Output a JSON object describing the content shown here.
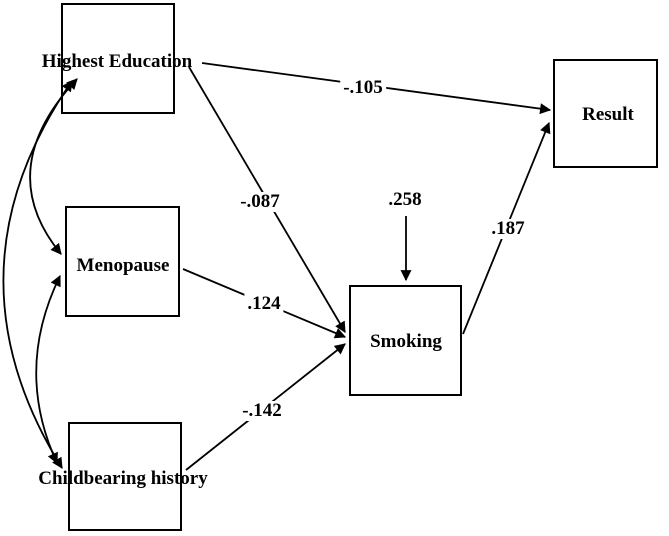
{
  "diagram": {
    "type": "path-diagram",
    "background_color": "#ffffff",
    "line_color": "#000000",
    "nodes": [
      {
        "id": "highest-education",
        "label": "Highest Education"
      },
      {
        "id": "menopause",
        "label": "Menopause"
      },
      {
        "id": "childbearing-history",
        "label": "Childbearing history"
      },
      {
        "id": "smoking",
        "label": "Smoking"
      },
      {
        "id": "result",
        "label": "Result"
      }
    ],
    "paths": [
      {
        "from": "Highest Education",
        "to": "Result",
        "coefficient": "-.105"
      },
      {
        "from": "Highest Education",
        "to": "Smoking",
        "coefficient": "-.087"
      },
      {
        "from": "Menopause",
        "to": "Smoking",
        "coefficient": ".124"
      },
      {
        "from": "Childbearing history",
        "to": "Smoking",
        "coefficient": "-.142"
      },
      {
        "from": "Smoking",
        "to": "Result",
        "coefficient": ".187"
      },
      {
        "from": "external",
        "to": "Smoking",
        "coefficient": ".258"
      }
    ],
    "covariances": [
      {
        "between": "Highest Education and Menopause"
      },
      {
        "between": "Highest Education and Childbearing history"
      },
      {
        "between": "Menopause and Childbearing history"
      }
    ]
  }
}
